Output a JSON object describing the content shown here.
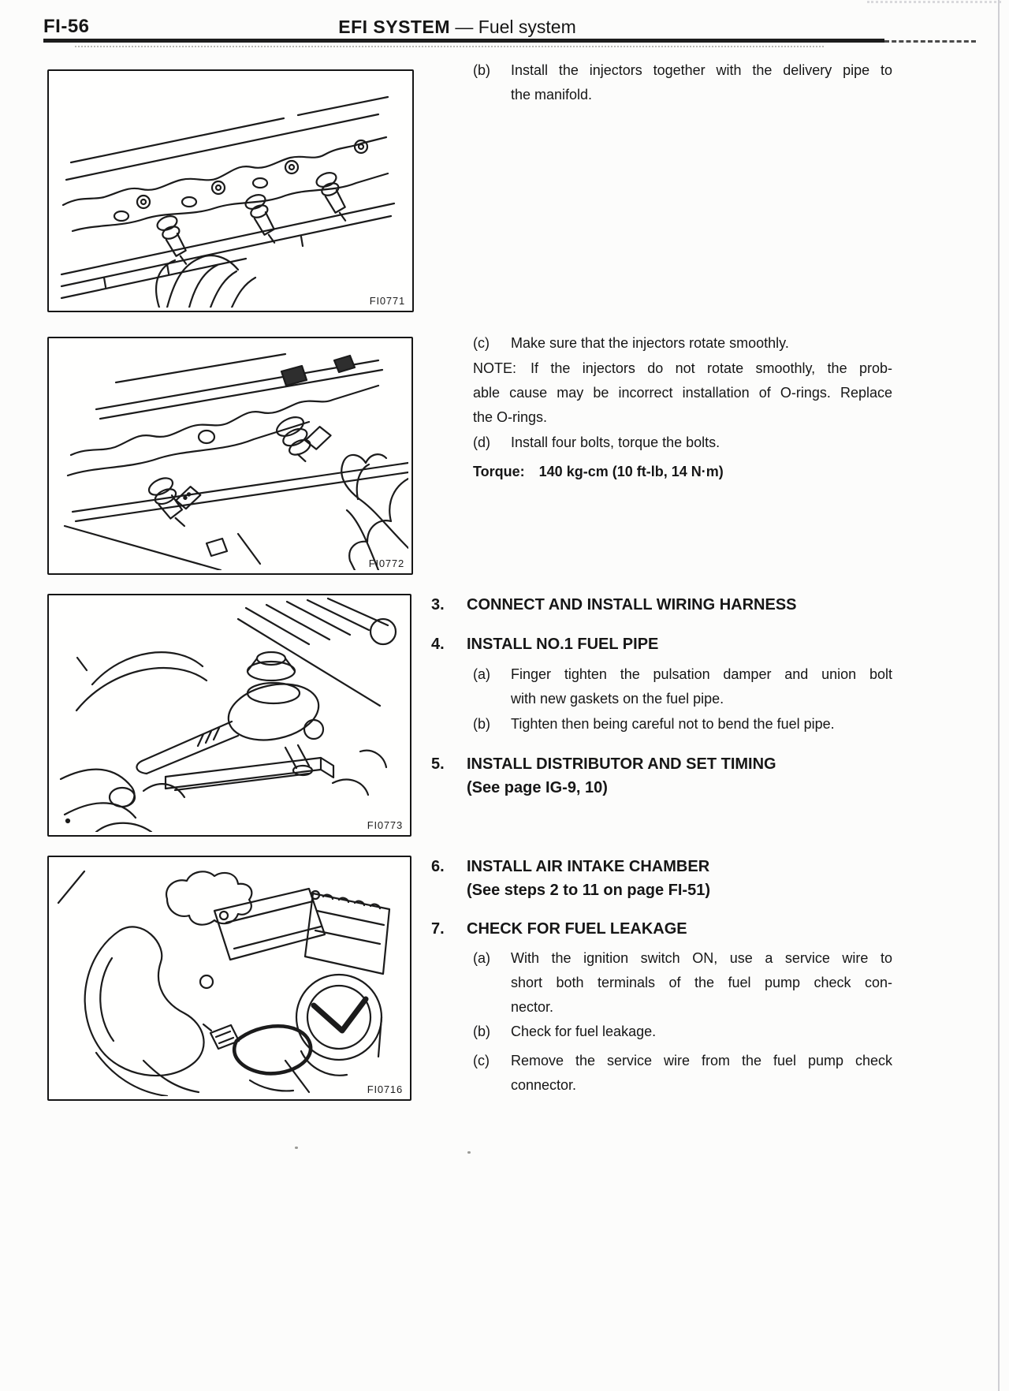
{
  "page": {
    "number": "FI-56",
    "header_title": "EFI SYSTEM",
    "header_separator": "—",
    "header_subtitle": "Fuel system"
  },
  "figures": [
    {
      "code": "FI0771"
    },
    {
      "code": "FI0772"
    },
    {
      "code": "FI0773"
    },
    {
      "code": "FI0716"
    }
  ],
  "instructions": {
    "step_b": {
      "marker": "(b)",
      "lines": [
        "Install the injectors together with the delivery pipe to",
        "the manifold."
      ]
    },
    "step_c": {
      "marker": "(c)",
      "lines": [
        "Make sure that the injectors rotate smoothly."
      ]
    },
    "note": {
      "lines": [
        "NOTE: If the injectors do not rotate smoothly, the prob-",
        "able cause may be incorrect installation of O-rings. Replace",
        "the O-rings."
      ]
    },
    "step_d": {
      "marker": "(d)",
      "lines": [
        "Install four bolts, torque the bolts."
      ]
    },
    "torque": {
      "lines": [
        "Torque: 140 kg-cm (10 ft-lb, 14 N·m)"
      ]
    },
    "s3": {
      "num": "3.",
      "lines": [
        "CONNECT AND INSTALL WIRING HARNESS"
      ]
    },
    "s4": {
      "num": "4.",
      "lines": [
        "INSTALL NO.1 FUEL PIPE"
      ]
    },
    "s4a": {
      "marker": "(a)",
      "lines": [
        "Finger tighten the pulsation damper and union bolt",
        "with new gaskets on the fuel pipe."
      ]
    },
    "s4b": {
      "marker": "(b)",
      "lines": [
        "Tighten then being careful not to bend the fuel pipe."
      ]
    },
    "s5": {
      "num": "5.",
      "lines": [
        "INSTALL DISTRIBUTOR AND SET TIMING",
        "(See page IG-9, 10)"
      ]
    },
    "s6": {
      "num": "6.",
      "lines": [
        "INSTALL AIR INTAKE CHAMBER",
        "(See steps 2 to 11 on page FI-51)"
      ]
    },
    "s7": {
      "num": "7.",
      "lines": [
        "CHECK FOR FUEL LEAKAGE"
      ]
    },
    "s7a": {
      "marker": "(a)",
      "lines": [
        "With the ignition switch ON, use a service wire to",
        "short both terminals of the fuel pump check con-",
        "nector."
      ]
    },
    "s7b": {
      "marker": "(b)",
      "lines": [
        "Check for fuel leakage."
      ]
    },
    "s7c": {
      "marker": "(c)",
      "lines": [
        "Remove the service wire from the fuel pump check",
        "connector."
      ]
    }
  }
}
